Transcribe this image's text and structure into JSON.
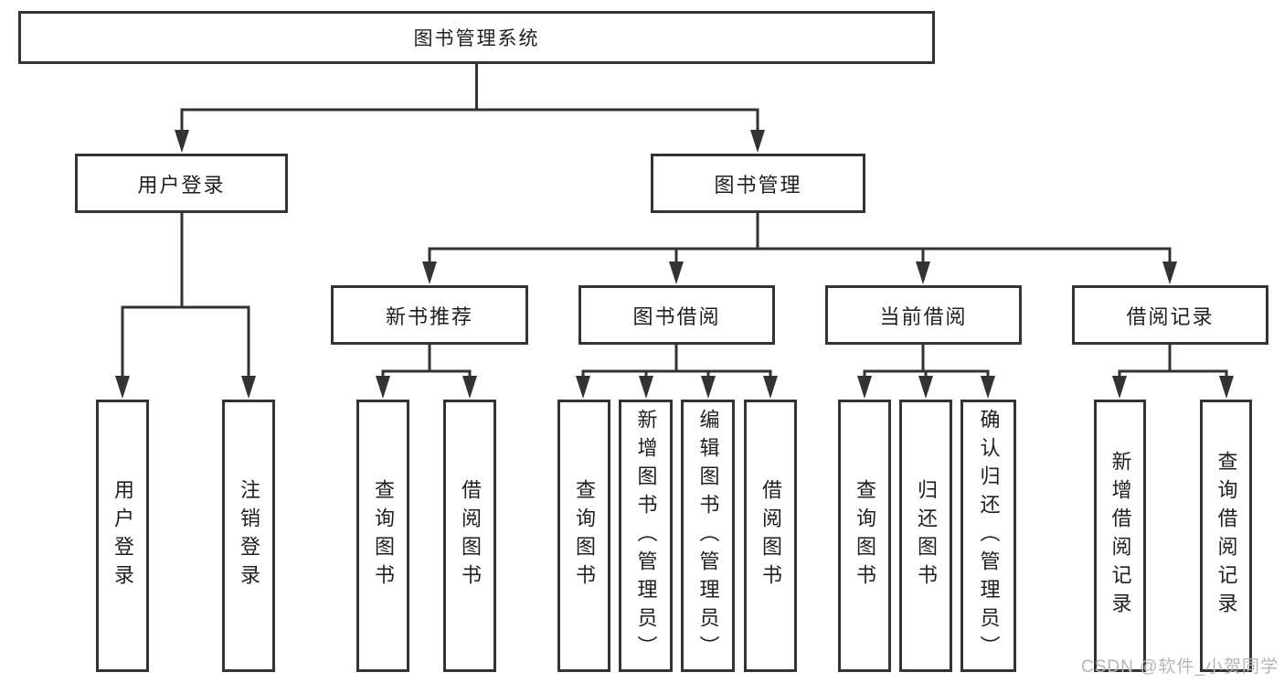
{
  "diagram": {
    "title": "图书管理系统",
    "level2": [
      {
        "label": "用户登录",
        "children": [
          "用户登录",
          "注销登录"
        ]
      },
      {
        "label": "图书管理",
        "children": [
          {
            "label": "新书推荐",
            "children": [
              "查询图书",
              "借阅图书"
            ]
          },
          {
            "label": "图书借阅",
            "children": [
              "查询图书",
              "新增图书（管理员）",
              "编辑图书（管理员）",
              "借阅图书"
            ]
          },
          {
            "label": "当前借阅",
            "children": [
              "查询图书",
              "归还图书",
              "确认归还（管理员）"
            ]
          },
          {
            "label": "借阅记录",
            "children": [
              "新增借阅记录",
              "查询借阅记录"
            ]
          }
        ]
      }
    ]
  },
  "watermark": {
    "text": "CSDN @软件_小贺同学"
  },
  "colors": {
    "line": "#333333",
    "box_border": "#333333",
    "box_background": "#ffffff",
    "text": "#1f1f1f",
    "watermark": "#b5b5b5",
    "page_background": "#ffffff"
  }
}
